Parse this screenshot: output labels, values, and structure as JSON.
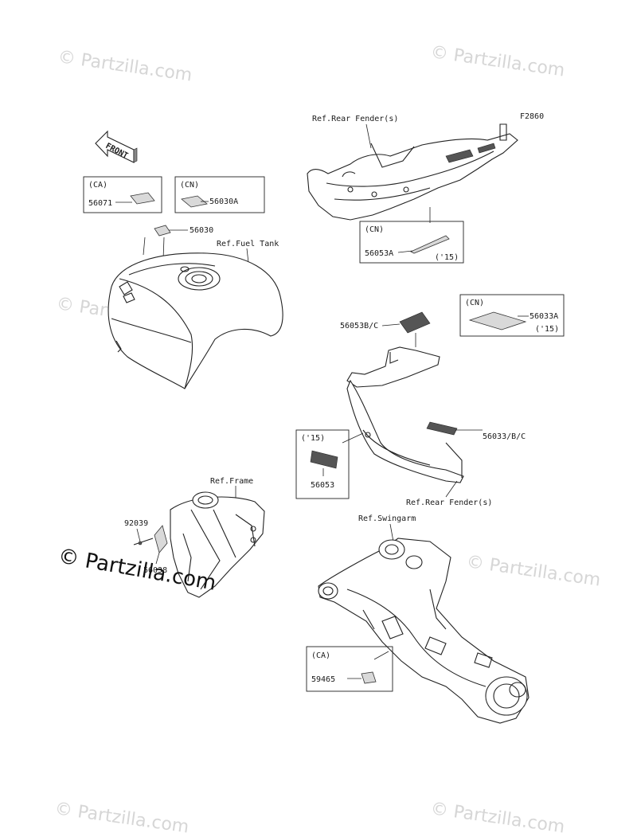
{
  "diagram_code": "F2860",
  "watermarks": {
    "faint": "© Partzilla.com",
    "bold": "© Partzilla.com"
  },
  "front_arrow": {
    "label": "FRONT"
  },
  "refs": {
    "fuel_tank": "Ref.Fuel Tank",
    "rear_fender_top": "Ref.Rear Fender(s)",
    "rear_fender_mid": "Ref.Rear Fender(s)",
    "frame": "Ref.Frame",
    "swingarm": "Ref.Swingarm"
  },
  "callouts": {
    "box_ca_top": {
      "region": "(CA)",
      "part": "56071"
    },
    "box_cn_top": {
      "region": "(CN)",
      "part": "56030A"
    },
    "tank_label": {
      "part": "56030"
    },
    "box_cn_fender": {
      "region": "(CN)",
      "part": "56053A",
      "year": "('15)"
    },
    "fender_label_bc": {
      "part": "56053B/C"
    },
    "box_cn_right": {
      "region": "(CN)",
      "part": "56033A",
      "year": "('15)"
    },
    "fender_side_label": {
      "part": "56033/B/C"
    },
    "box_15": {
      "year": "('15)",
      "part": "56053"
    },
    "frame_bolt": {
      "part": "92039"
    },
    "frame_label": {
      "part": "56038"
    },
    "box_ca_swingarm": {
      "region": "(CA)",
      "part": "59465"
    }
  },
  "colors": {
    "line": "#222222",
    "watermark": "#d6d6d6"
  }
}
